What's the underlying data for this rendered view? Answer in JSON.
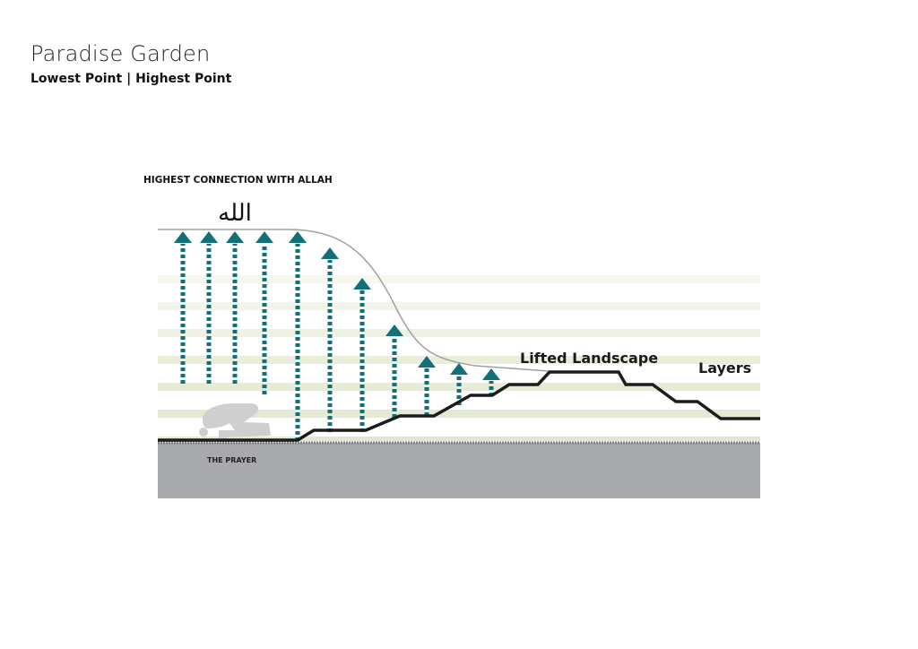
{
  "header": {
    "title": "Paradise Garden",
    "subtitle": "Lowest Point | Highest Point"
  },
  "diagram": {
    "top_label": "HIGHEST CONNECTION WITH ALLAH",
    "allah_glyph": "الله",
    "lifted_landscape_label": "Lifted Landscape",
    "layers_label": "Layers",
    "prayer_label": "THE PRAYER",
    "colors": {
      "arrow": "#13707a",
      "ground": "#a7a9ac",
      "layer_band": "#e7ecd9",
      "landscape_line": "#1c1c1c",
      "curve": "#a0a0a0",
      "figure": "#cfcfcf"
    }
  }
}
